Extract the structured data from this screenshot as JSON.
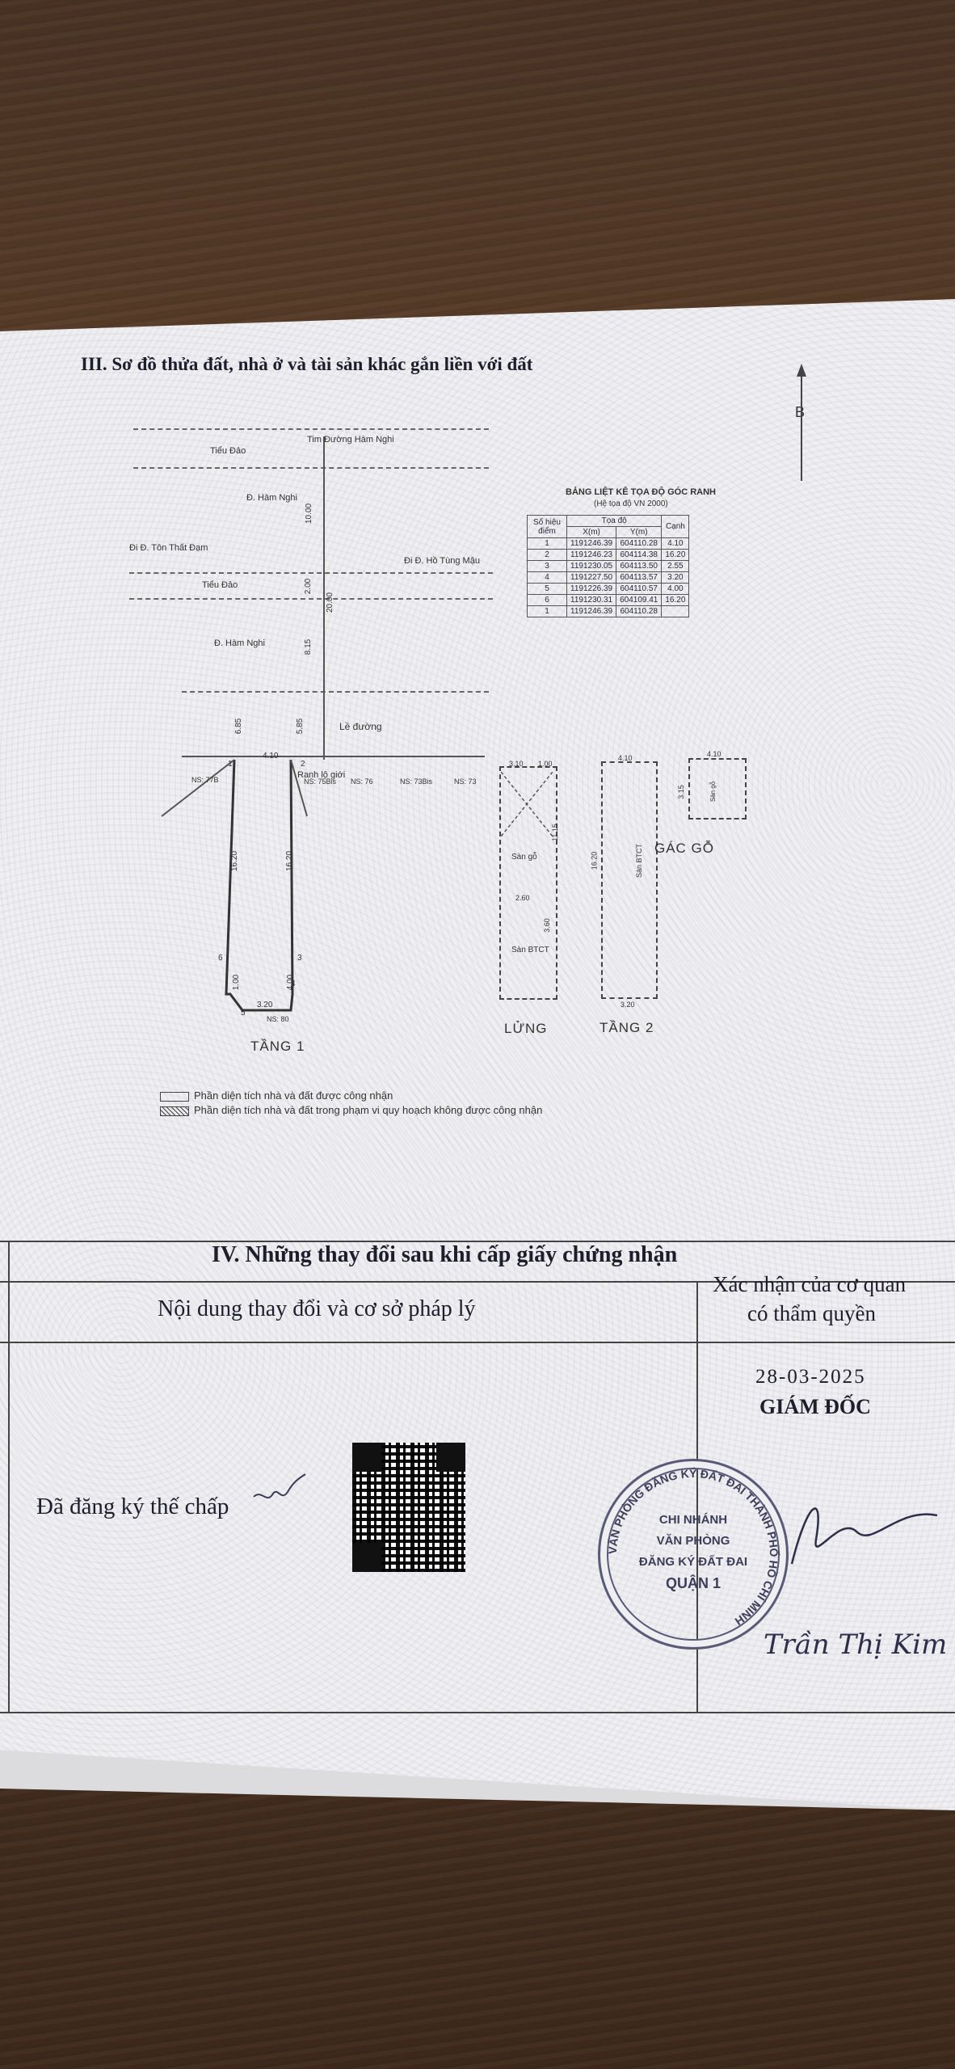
{
  "section3": {
    "title": "III. Sơ đồ thửa đất, nhà ở và tài sản khác gắn liền với đất",
    "north": "B"
  },
  "map": {
    "road_top": "Tim Đường Hàm Nghi",
    "tieu_dao_1": "Tiểu Đảo",
    "ham_nghi_1": "Đ. Hàm Nghi",
    "ton_that_dam": "Đi Đ. Tôn Thất Đạm",
    "ho_tung_mau": "Đi Đ. Hồ Tùng Mậu",
    "tieu_dao_2": "Tiểu Đảo",
    "ham_nghi_2": "Đ. Hàm Nghi",
    "le_duong": "Lề đường",
    "ranh_lo_gioi": "Ranh lộ giới",
    "dims": [
      "10.00",
      "2.00",
      "20.00",
      "8.15",
      "6.85",
      "5.85",
      "4.10",
      "16.20",
      "16.20",
      "1.00",
      "3.20",
      "4.00"
    ],
    "neighbors": [
      "NS: 77B",
      "NS: 75Bis",
      "NS: 76",
      "NS: 73Bis",
      "NS: 73",
      "NS: 80"
    ],
    "points": [
      "1",
      "2",
      "3",
      "4",
      "5",
      "6"
    ]
  },
  "coord_table": {
    "title": "BẢNG LIỆT KÊ TỌA ĐỘ GÓC RANH",
    "subtitle": "(Hệ tọa độ VN 2000)",
    "headers": [
      "Số hiệu điểm",
      "Tọa độ",
      "Cạnh"
    ],
    "subheaders": [
      "X(m)",
      "Y(m)"
    ],
    "rows": [
      [
        "1",
        "1191246.39",
        "604110.28",
        "4.10"
      ],
      [
        "2",
        "1191246.23",
        "604114.38",
        "16.20"
      ],
      [
        "3",
        "1191230.05",
        "604113.50",
        "2.55"
      ],
      [
        "4",
        "1191227.50",
        "604113.57",
        "3.20"
      ],
      [
        "5",
        "1191226.39",
        "604110.57",
        "4.00"
      ],
      [
        "6",
        "1191230.31",
        "604109.41",
        "16.20"
      ],
      [
        "1",
        "1191246.39",
        "604110.28",
        ""
      ]
    ]
  },
  "floors": {
    "tang1": "TẦNG 1",
    "lung": "LỬNG",
    "tang2": "TẦNG 2",
    "gac_go": "GÁC GỖ",
    "san_go": "Sàn gỗ",
    "san_btct": "Sàn BTCT",
    "lung_dims": [
      "3.10",
      "1.00",
      "11.15",
      "2.60",
      "3.60"
    ],
    "tang2_dims": [
      "4.10",
      "16.20",
      "3.20"
    ],
    "gac_dims": [
      "4.10",
      "3.15"
    ]
  },
  "legend": {
    "item1": "Phần diện tích nhà và đất được công nhận",
    "item2": "Phần diện tích nhà và đất trong phạm vi quy hoạch không được công nhận"
  },
  "section4": {
    "title": "IV. Những thay đổi sau khi cấp giấy chứng nhận",
    "col1_header": "Nội dung thay đổi và cơ sở pháp lý",
    "col2_header_l1": "Xác nhận của cơ quan",
    "col2_header_l2": "có thẩm quyền",
    "date": "28-03-2025",
    "position": "GIÁM ĐỐC",
    "entry": "Đã đăng ký thế chấp",
    "signer": "Trần Thị Kim Ng"
  },
  "stamp": {
    "ring": "VĂN PHÒNG ĐĂNG KÝ ĐẤT ĐAI THÀNH PHỐ HỒ CHÍ MINH",
    "line1": "CHI NHÁNH",
    "line2": "VĂN PHÒNG",
    "line3": "ĐĂNG KÝ ĐẤT ĐAI",
    "line4": "QUẬN 1"
  }
}
